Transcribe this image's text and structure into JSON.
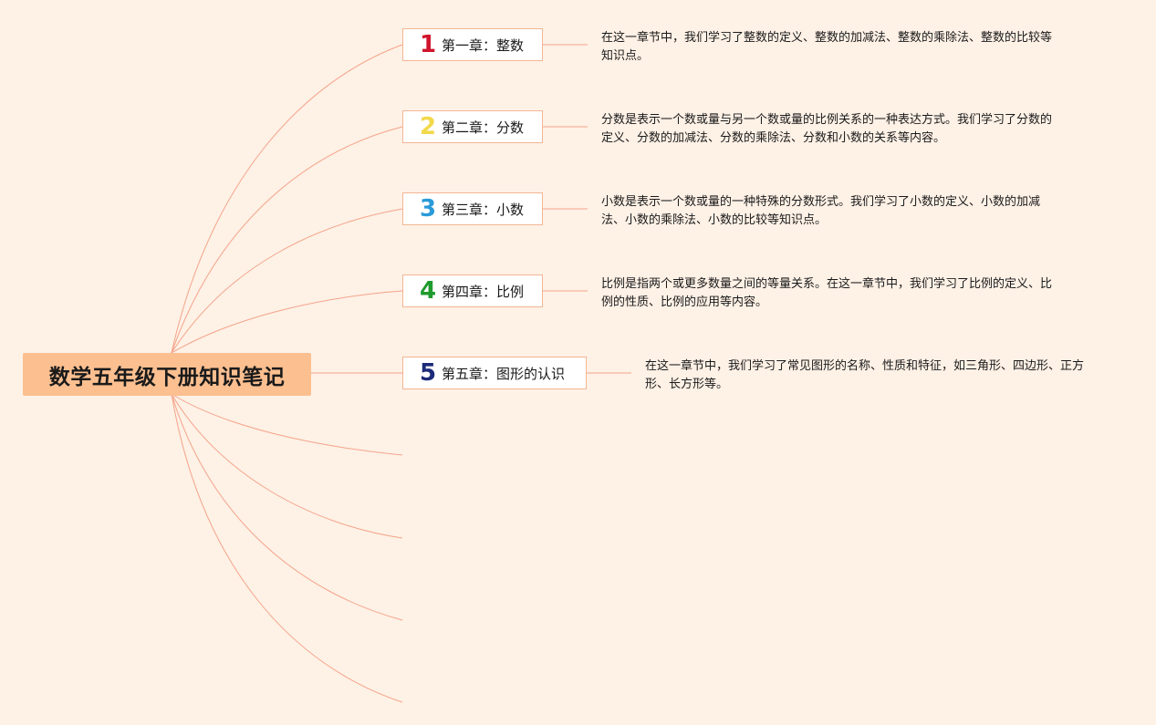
{
  "root": {
    "title": "数学五年级下册知识笔记"
  },
  "chapters": [
    {
      "number": "1",
      "number_color": "#d0142c",
      "label": "第一章：整数",
      "desc": "在这一章节中，我们学习了整数的定义、整数的加减法、整数的乘除法、整数的比较等知识点。"
    },
    {
      "number": "2",
      "number_color": "#f2d94a",
      "label": "第二章：分数",
      "desc": "分数是表示一个数或量与另一个数或量的比例关系的一种表达方式。我们学习了分数的定义、分数的加减法、分数的乘除法、分数和小数的关系等内容。"
    },
    {
      "number": "3",
      "number_color": "#2a9ad8",
      "label": "第三章：小数",
      "desc": "小数是表示一个数或量的一种特殊的分数形式。我们学习了小数的定义、小数的加减法、小数的乘除法、小数的比较等知识点。"
    },
    {
      "number": "4",
      "number_color": "#1e9a2e",
      "label": "第四章：比例",
      "desc": "比例是指两个或更多数量之间的等量关系。在这一章节中，我们学习了比例的定义、比例的性质、比例的应用等内容。"
    },
    {
      "number": "5",
      "number_color": "#1c2a78",
      "label": "第五章：图形的认识",
      "desc": "在这一章节中，我们学习了常见图形的名称、性质和特征，如三角形、四边形、正方形、长方形等。"
    }
  ],
  "link_color": "#f4a48a"
}
